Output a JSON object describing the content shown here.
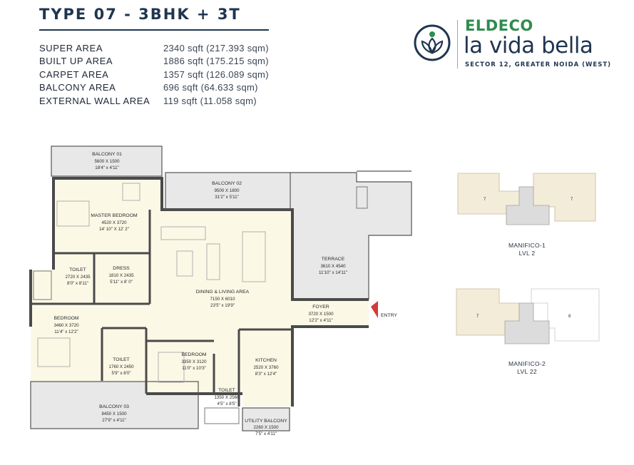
{
  "header": {
    "title": "TYPE 07 - 3BHK + 3T"
  },
  "areas": [
    {
      "label": "SUPER AREA",
      "value": "2340 sqft (217.393 sqm)"
    },
    {
      "label": "BUILT UP AREA",
      "value": "1886 sqft (175.215 sqm)"
    },
    {
      "label": "CARPET AREA",
      "value": "1357 sqft (126.089 sqm)"
    },
    {
      "label": "BALCONY AREA",
      "value": "696 sqft (64.633 sqm)"
    },
    {
      "label": "EXTERNAL WALL AREA",
      "value": "119 sqft (11.058 sqm)"
    }
  ],
  "brand": {
    "developer": "ELDECO",
    "project": "la vida bella",
    "location": "SECTOR 12, GREATER NOIDA (WEST)",
    "developer_color": "#2f8c4e",
    "project_color": "#1f3550"
  },
  "rooms": {
    "balcony01": {
      "name": "BALCONY 01",
      "dim_mm": "5600 X 1500",
      "dim_ft": "18'4\" x 4'11\""
    },
    "balcony02": {
      "name": "BALCONY 02",
      "dim_mm": "9500 X 1800",
      "dim_ft": "31'2\" x 5'11\""
    },
    "master": {
      "name": "MASTER BEDROOM",
      "dim_mm": "4520 X 3720",
      "dim_ft": "14' 10\" X 12' 2\""
    },
    "toilet1": {
      "name": "TOILET",
      "dim_mm": "2720 X 2435",
      "dim_ft": "8'0\" x 8'11\""
    },
    "dress": {
      "name": "DRESS",
      "dim_mm": "1810 X 2435",
      "dim_ft": "5'11\" x 8' 0\""
    },
    "dining": {
      "name": "DINING & LIVING AREA",
      "dim_mm": "7150 X 6010",
      "dim_ft": "23'5\" x 19'9\""
    },
    "terrace": {
      "name": "TERRACE",
      "dim_mm": "3610 X 4540",
      "dim_ft": "11'10\" x 14'11\""
    },
    "foyer": {
      "name": "FOYER",
      "dim_mm": "3720 X 1500",
      "dim_ft": "12'2\" x 4'11\""
    },
    "bedroom1": {
      "name": "BEDROOM",
      "dim_mm": "3460 X 3720",
      "dim_ft": "11'4\" x 12'2\""
    },
    "toilet2": {
      "name": "TOILET",
      "dim_mm": "1760 X 2450",
      "dim_ft": "5'9\" x 8'0\""
    },
    "bedroom2": {
      "name": "BEDROOM",
      "dim_mm": "3350 X 3120",
      "dim_ft": "11'0\" x 10'3\""
    },
    "kitchen": {
      "name": "KITCHEN",
      "dim_mm": "2520 X 3760",
      "dim_ft": "8'3\" x 12'4\""
    },
    "toilet3": {
      "name": "TOILET",
      "dim_mm": "1350 X 2560",
      "dim_ft": "4'5\" x 8'5\""
    },
    "balcony03": {
      "name": "BALCONY 03",
      "dim_mm": "8450 X 1500",
      "dim_ft": "27'9\" x 4'11\""
    },
    "utility": {
      "name": "UTILITY BALCONY",
      "dim_mm": "2260 X 1500",
      "dim_ft": "7'5\" x 4'11\""
    }
  },
  "entry_label": "ENTRY",
  "colors": {
    "floor": "#fbf8e6",
    "wall": "#4a4a4a",
    "balcony": "#e8e8e8",
    "entry_arrow": "#d63a3a",
    "key_highlight": "#f3ecd9"
  },
  "key_plans": [
    {
      "title1": "MANIFICO-1",
      "title2": "LVL 2",
      "units": [
        "7",
        "7"
      ]
    },
    {
      "title1": "MANIFICO-2",
      "title2": "LVL 22",
      "units": [
        "7",
        "8"
      ]
    }
  ]
}
